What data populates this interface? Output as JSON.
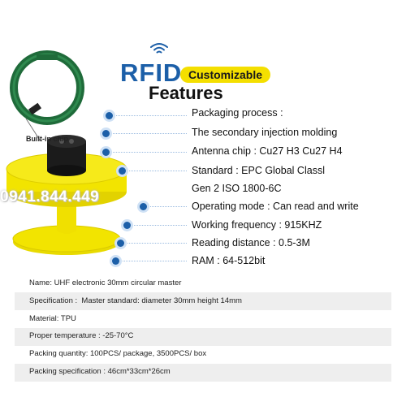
{
  "header": {
    "brand": "RFID",
    "tag": "Customizable",
    "title": "Features"
  },
  "features": [
    "Packaging process :",
    "The secondary injection molding",
    "Antenna chip : Cu27 H3 Cu27 H4",
    "Standard : EPC Global Classl",
    "Gen 2 ISO 1800-6C",
    "Operating mode : Can read and write",
    "Working frequency : 915KHZ",
    "Reading distance : 0.5-3M",
    "RAM : 64-512bit"
  ],
  "chip_label": "Built-in chip",
  "phone": "0941.844.449",
  "specs": [
    "Name: UHF electronic 30mm circular master",
    "Specification :  Master standard: diameter 30mm height 14mm",
    "Material: TPU",
    "Proper temperature : -25-70°C",
    "Packing quantity: 100PCS/ package, 3500PCS/ box",
    "Packing specification : 46cm*33cm*26cm"
  ],
  "colors": {
    "accent_blue": "#1c5fa8",
    "highlight_yellow": "#f4df00",
    "tag_yellow": "#f2e400",
    "antenna_green": "#1f6b3a"
  }
}
